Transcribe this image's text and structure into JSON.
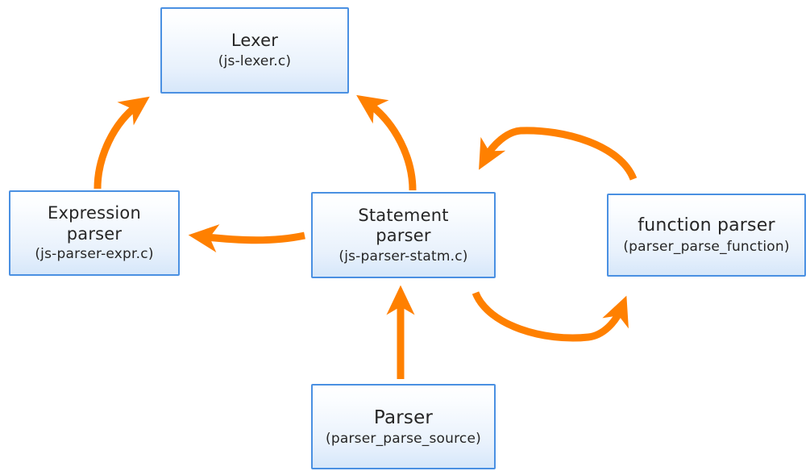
{
  "diagram": {
    "type": "flow-diagram",
    "title_visible": false,
    "background_color": "#ffffff",
    "node_border_color": "#4a90e2",
    "node_fill_top_color": "#ffffff",
    "node_fill_bottom_color": "#d6e7fa",
    "arrow_color": "#ff8000",
    "text_color": "#262626",
    "nodes": [
      {
        "id": "lexer",
        "title": "Lexer",
        "sub": "(js-lexer.c)"
      },
      {
        "id": "expr",
        "title": "Expression\nparser",
        "sub": "(js-parser-expr.c)"
      },
      {
        "id": "statm",
        "title": "Statement\nparser",
        "sub": "(js-parser-statm.c)"
      },
      {
        "id": "func",
        "title": "function parser",
        "sub": "(parser_parse_function)"
      },
      {
        "id": "parser",
        "title": "Parser",
        "sub": "(parser_parse_source)"
      }
    ],
    "edges": [
      {
        "id": "expr-to-lexer",
        "from": "expr",
        "to": "lexer",
        "style": "curved",
        "label": ""
      },
      {
        "id": "statm-to-lexer",
        "from": "statm",
        "to": "lexer",
        "style": "curved",
        "label": ""
      },
      {
        "id": "statm-to-expr",
        "from": "statm",
        "to": "expr",
        "style": "curved",
        "label": ""
      },
      {
        "id": "func-to-statm",
        "from": "func",
        "to": "statm",
        "style": "arc-over",
        "label": ""
      },
      {
        "id": "statm-to-func",
        "from": "statm",
        "to": "func",
        "style": "arc-under",
        "label": ""
      },
      {
        "id": "parser-to-statm",
        "from": "parser",
        "to": "statm",
        "style": "straight",
        "label": ""
      }
    ]
  }
}
